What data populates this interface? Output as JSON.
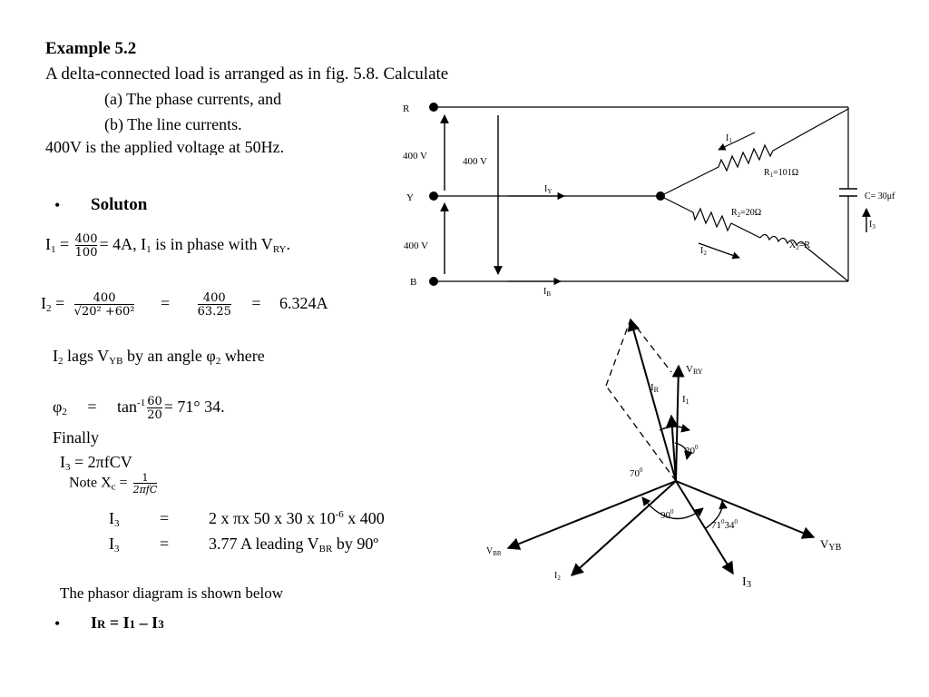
{
  "heading": {
    "example": "Example 5.2",
    "intro": "A delta-connected load is arranged as in fig. 5.8.  Calculate",
    "item_a": "(a) The phase currents, and",
    "item_b": "(b) The line currents.",
    "voltage": "400V is the applied voltage at 50Hz."
  },
  "solution": {
    "bullet": "•",
    "title": "Soluton",
    "i1": {
      "lhs_main": "I",
      "lhs_sub": "1",
      "eq": " =",
      "num": "400",
      "den": "100",
      "rest": "=  4A, I",
      "rest_sub": "1",
      "rest2": " is in phase with V",
      "rest_sub2": "RY",
      "end": "."
    },
    "i2": {
      "lhs_main": "I",
      "lhs_sub": "2",
      "eq": " =",
      "num": "400",
      "den": "√20² +60²",
      "eq2": "=",
      "num2": "400",
      "den2": "63.25",
      "eq3": "=",
      "result": "6.324A"
    },
    "lags": {
      "a": "I",
      "a_sub": "2",
      "b": " lags V",
      "b_sub": "YB",
      "c": " by an angle φ",
      "c_sub": "2",
      "d": " where"
    },
    "phi": {
      "lhs": "φ",
      "lhs_sub": "2",
      "eq": "=",
      "fn": "tan",
      "fn_sup": "-1",
      "num": "60",
      "den": "20",
      "result": "=  71° 34."
    },
    "finally": "Finally",
    "i3_formula": {
      "a": "I",
      "a_sub": "3",
      "b": " = 2πfCV"
    },
    "note": {
      "a": "Note X",
      "a_sub": "c",
      "b": " = ",
      "num": "1",
      "den": "2πfC"
    },
    "calc1": {
      "lhs": "I",
      "lhs_sub": "3",
      "eq": "=",
      "rhs": "2 x πx 50 x 30 x 10",
      "rhs_sup": "-6",
      "rhs_end": " x 400"
    },
    "calc2": {
      "lhs": "I",
      "lhs_sub": "3",
      "eq": "=",
      "rhs": "3.77 A leading V",
      "rhs_sub": "BR",
      "rhs_end": " by 90º"
    },
    "phasor_text": "The phasor diagram is shown below",
    "ir": {
      "bullet": "•",
      "a": "I",
      "a_sub": "R",
      "b": " = I",
      "b_sub": "1",
      "c": " – I",
      "c_sub": "3"
    }
  },
  "circuit": {
    "node_r": "R",
    "node_y": "Y",
    "node_b": "B",
    "v_ry": "400 V",
    "v_yb": "400 V",
    "v_rb": "400 V",
    "iy": "I",
    "iy_sub": "Y",
    "ib": "I",
    "ib_sub": "B",
    "i1": "I",
    "i1_sub": "1",
    "r1": "R",
    "r1_sub": "1",
    "r1_val": "=101Ω",
    "r2": "R",
    "r2_sub": "2",
    "r2_val": "=20Ω",
    "i2": "I",
    "i2_sub": "2",
    "x2": "X",
    "x2_sub": "2",
    "x2_val": "=R",
    "cap": "C= 30μf",
    "i3": "I",
    "i3_sub": "3"
  },
  "phasor": {
    "vry": "V",
    "vry_sub": "RY",
    "ir": "I",
    "ir_sub": "R",
    "i1": "I",
    "i1_sub": "1",
    "angle30": "30",
    "angle30_sup": "0",
    "angle70": "70",
    "angle70_sup": "0",
    "angle90": "90",
    "angle90_sup": "0",
    "angle7134": "71",
    "angle7134_sup": "0",
    "angle7134_end": "34",
    "angle7134_sup2": "0",
    "vbr": "V",
    "vbr_sub": "BR",
    "vyb": "V",
    "vyb_sub": "YB",
    "i2": "I",
    "i2_sub": "2",
    "i3": "I",
    "i3_sub": "3"
  }
}
